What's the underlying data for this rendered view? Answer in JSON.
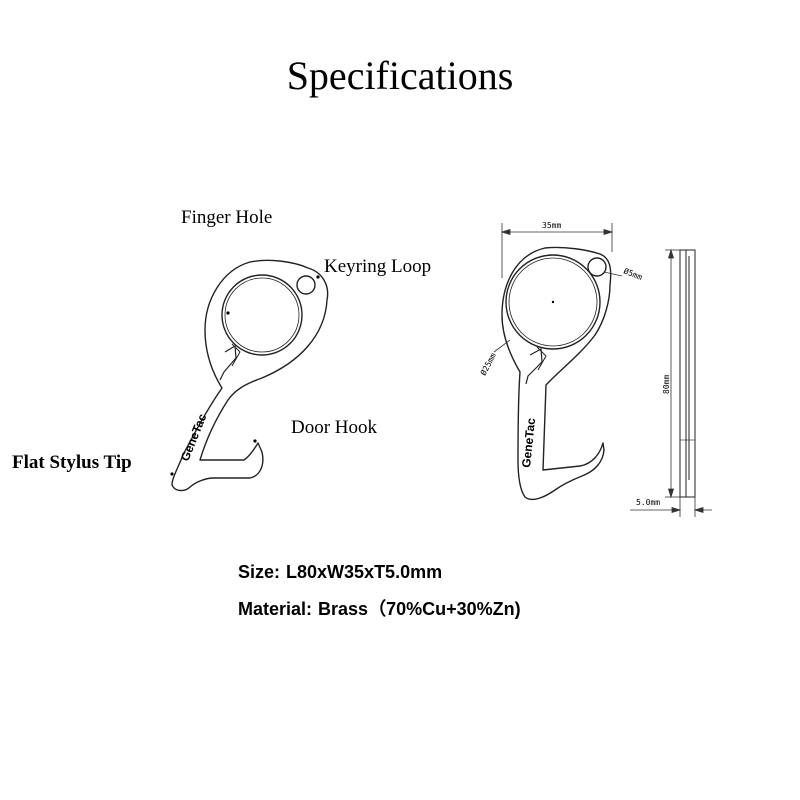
{
  "title": "Specifications",
  "callouts": {
    "finger_hole": "Finger Hole",
    "keyring_loop": "Keyring Loop",
    "door_hook": "Door Hook",
    "flat_stylus_tip": "Flat Stylus Tip"
  },
  "brand": "GeneTac",
  "dimensions": {
    "width": "35mm",
    "hole": "Ø5mm",
    "finger_hole": "Ø25mm",
    "length": "80mm",
    "thickness": "5.0mm"
  },
  "specs": {
    "size_label": "Size:",
    "size_value": "L80xW35xT5.0mm",
    "material_label": "Material:",
    "material_value": "Brass（70%Cu+30%Zn)"
  }
}
